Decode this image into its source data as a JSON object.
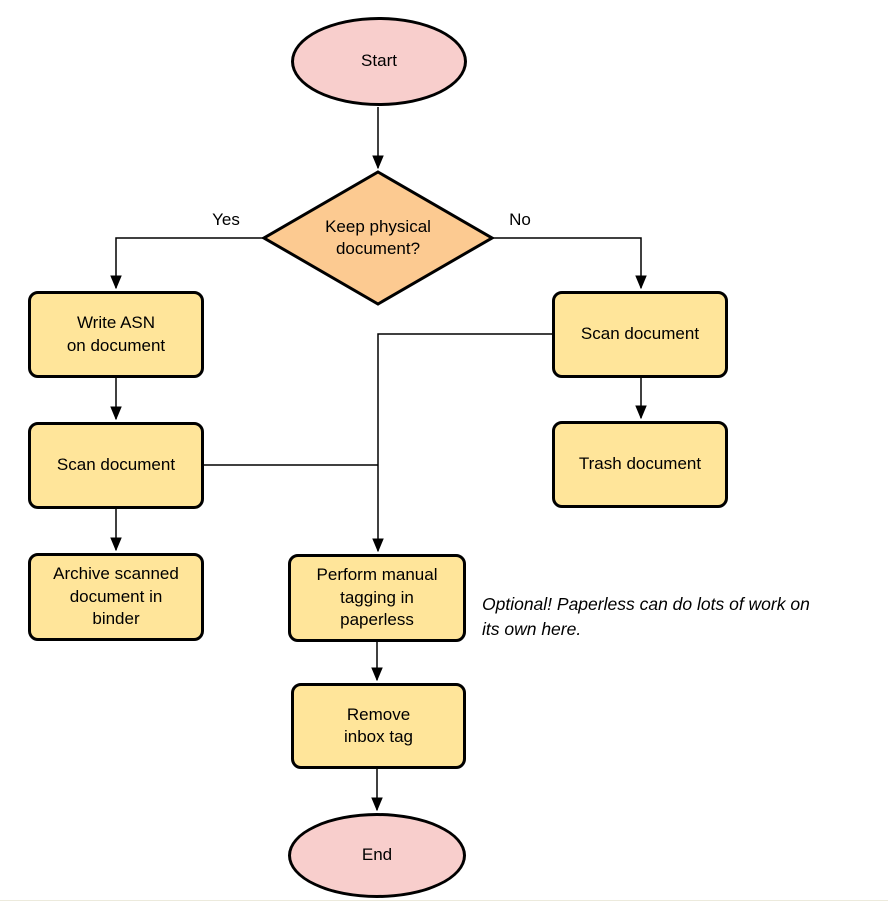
{
  "diagram": {
    "type": "flowchart",
    "nodes": {
      "start": {
        "label": "Start",
        "shape": "terminator"
      },
      "decision": {
        "label": "Keep physical\ndocument?",
        "shape": "decision"
      },
      "write_asn": {
        "label": "Write ASN\non document",
        "shape": "process"
      },
      "scan_left": {
        "label": "Scan document",
        "shape": "process"
      },
      "archive": {
        "label": "Archive scanned\ndocument in\nbinder",
        "shape": "process"
      },
      "scan_right": {
        "label": "Scan document",
        "shape": "process"
      },
      "trash": {
        "label": "Trash document",
        "shape": "process"
      },
      "tagging": {
        "label": "Perform manual\ntagging in\npaperless",
        "shape": "process"
      },
      "remove_inbox": {
        "label": "Remove\ninbox tag",
        "shape": "process"
      },
      "end": {
        "label": "End",
        "shape": "terminator"
      }
    },
    "edge_labels": {
      "yes": "Yes",
      "no": "No"
    },
    "note": {
      "text": "Optional! Paperless can do lots of work on\nits own here."
    },
    "colors": {
      "terminator_fill": "#f8cecc",
      "decision_fill": "#fcca91",
      "process_fill": "#ffe59a",
      "stroke": "#000000",
      "text": "#000000"
    }
  }
}
